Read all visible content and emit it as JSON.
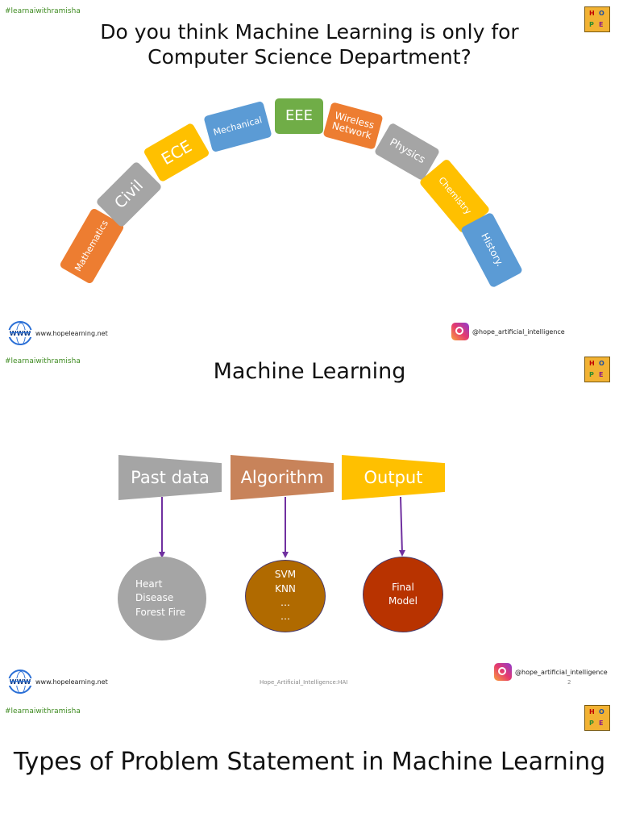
{
  "slide1": {
    "hashtag": "#learnaiwithramisha",
    "title_line1": "Do you think Machine Learning is only for",
    "title_line2": "Computer Science Department?",
    "departments": [
      {
        "label": "Mathematics",
        "color": "#ed7d31"
      },
      {
        "label": "Civil",
        "color": "#a5a5a5"
      },
      {
        "label": "ECE",
        "color": "#ffc000"
      },
      {
        "label": "Mechanical",
        "color": "#5b9bd5"
      },
      {
        "label": "EEE",
        "color": "#70ad47"
      },
      {
        "label": "Wireless Network",
        "color": "#ed7d31"
      },
      {
        "label": "Physics",
        "color": "#a5a5a5"
      },
      {
        "label": "Chemistry",
        "color": "#ffc000"
      },
      {
        "label": "History.",
        "color": "#5b9bd5"
      }
    ],
    "website": "www.hopelearning.net",
    "instagram": "@hope_artificial_intelligence"
  },
  "slide2": {
    "hashtag": "#learnaiwithramisha",
    "title": "Machine Learning",
    "flow": [
      {
        "label": "Past data",
        "color": "#a5a5a5"
      },
      {
        "label": "Algorithm",
        "color": "#c8835a"
      },
      {
        "label": "Output",
        "color": "#ffc000"
      }
    ],
    "circles": [
      {
        "lines": [
          "Heart",
          "Disease",
          "Forest Fire"
        ],
        "color": "#a5a5a5"
      },
      {
        "lines": [
          "SVM",
          "KNN",
          "…",
          "…"
        ],
        "color": "#b06a00"
      },
      {
        "lines": [
          "Final",
          "Model"
        ],
        "color": "#b83300"
      }
    ],
    "arrow_color": "#7030a0",
    "website": "www.hopelearning.net",
    "footer_center": "Hope_Artificial_Intelligence:HAI",
    "instagram": "@hope_artificial_intelligence",
    "page_number": "2"
  },
  "slide3": {
    "hashtag": "#learnaiwithramisha",
    "title": "Types of  Problem Statement in Machine Learning"
  },
  "logo": {
    "letters": [
      "H",
      "O",
      "P",
      "E"
    ],
    "colors": [
      "#c00000",
      "#1f4fa0",
      "#2e8b2e",
      "#8a1a8a"
    ],
    "background": "#f2b233"
  },
  "www_label": "WWW"
}
